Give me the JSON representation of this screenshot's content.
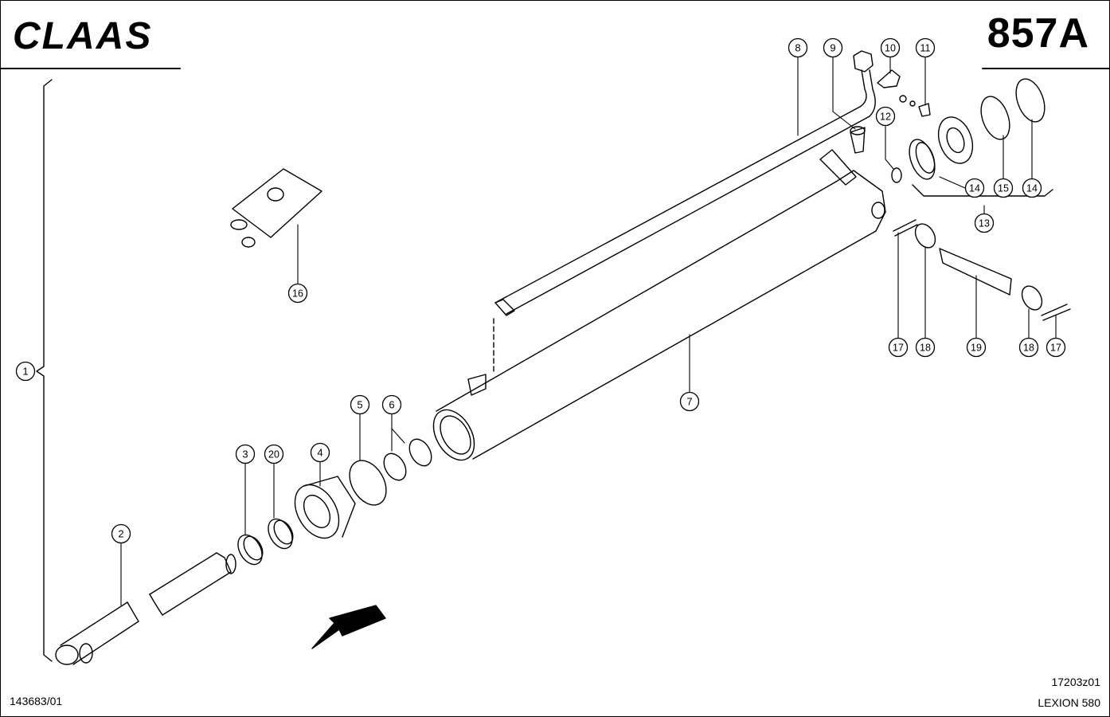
{
  "header": {
    "brand": "CLAAS",
    "page_number": "857A"
  },
  "footer": {
    "doc_number": "143683/01",
    "drawing_code": "17203z01",
    "model": "LEXION 580"
  },
  "callouts": [
    "1",
    "2",
    "3",
    "20",
    "4",
    "5",
    "6",
    "7",
    "8",
    "9",
    "10",
    "11",
    "12",
    "14",
    "15",
    "14",
    "13",
    "16",
    "17",
    "18",
    "19",
    "18",
    "17"
  ],
  "colors": {
    "line": "#000000",
    "background": "#ffffff"
  }
}
